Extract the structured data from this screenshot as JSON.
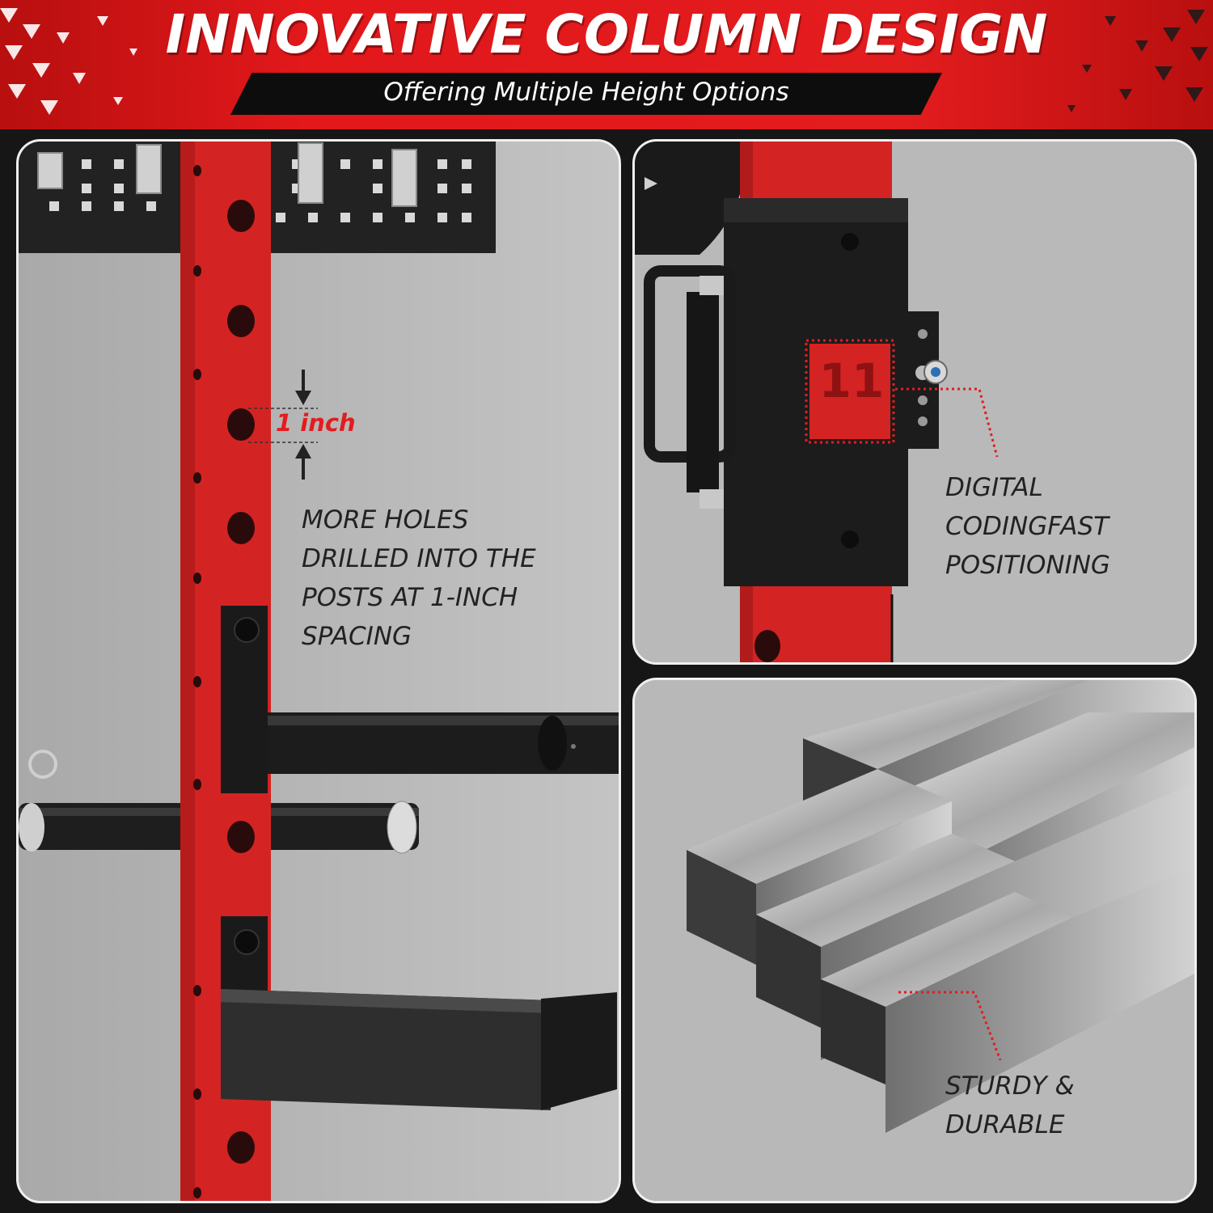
{
  "header": {
    "title": "INNOVATIVE COLUMN DESIGN",
    "subtitle": "Offering Multiple Height Options"
  },
  "panel_left": {
    "measure_label": "1 inch",
    "caption_lines": [
      "MORE HOLES",
      "DRILLED INTO THE",
      "POSTS AT 1-INCH",
      "SPACING"
    ]
  },
  "panel_top_right": {
    "tag_number": "11",
    "caption_lines": [
      "DIGITAL",
      "CODINGFAST",
      "POSITIONING"
    ]
  },
  "panel_bottom_right": {
    "caption_lines": [
      "STURDY &",
      "DURABLE"
    ]
  },
  "colors": {
    "accent_red": "#e31c1e",
    "post_red": "#d42323",
    "steel_black": "#1c1c1c",
    "panel_gray": "#b5b5b5"
  }
}
